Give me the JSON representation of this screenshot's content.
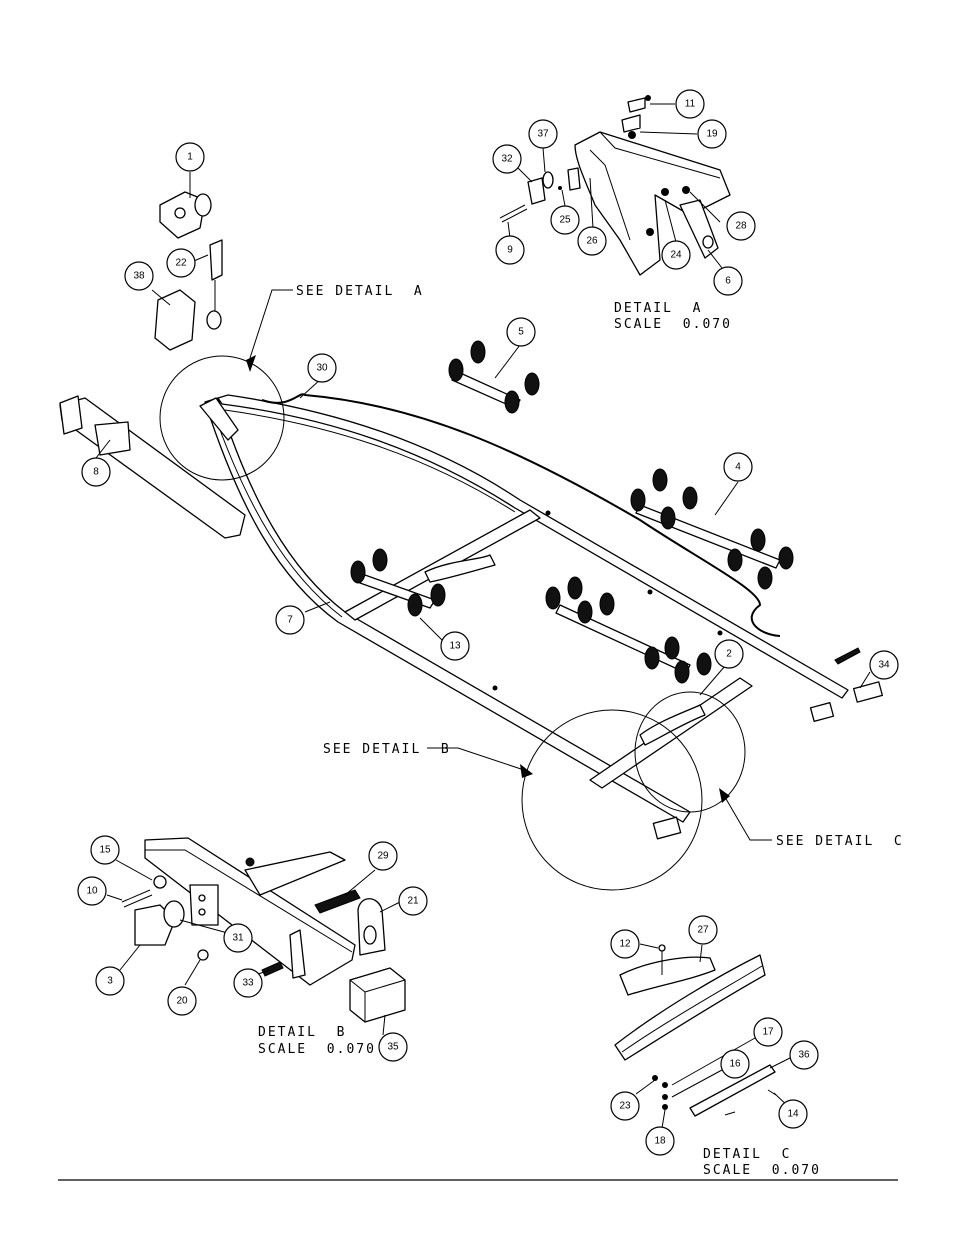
{
  "title": "",
  "callouts": {
    "see_detail_a": "SEE DETAIL  A",
    "see_detail_b": "SEE DETAIL  B",
    "see_detail_c": "SEE DETAIL  C"
  },
  "details": {
    "a": {
      "line1": "DETAIL  A",
      "line2": "SCALE  0.070"
    },
    "b": {
      "line1": "DETAIL  B",
      "line2": "SCALE  0.070"
    },
    "c": {
      "line1": "DETAIL  C",
      "line2": "SCALE  0.070"
    }
  },
  "parts": {
    "p1": "1",
    "p2": "2",
    "p3": "3",
    "p4": "4",
    "p5": "5",
    "p6": "6",
    "p7": "7",
    "p8": "8",
    "p9": "9",
    "p10": "10",
    "p11": "11",
    "p12": "12",
    "p13": "13",
    "p14": "14",
    "p15": "15",
    "p16": "16",
    "p17": "17",
    "p18": "18",
    "p19": "19",
    "p20": "20",
    "p21": "21",
    "p22": "22",
    "p23": "23",
    "p24": "24",
    "p25": "25",
    "p26": "26",
    "p27": "27",
    "p28": "28",
    "p29": "29",
    "p30": "30",
    "p31": "31",
    "p32": "32",
    "p33": "33",
    "p34": "34",
    "p35": "35",
    "p36": "36",
    "p37": "37",
    "p38": "38"
  }
}
